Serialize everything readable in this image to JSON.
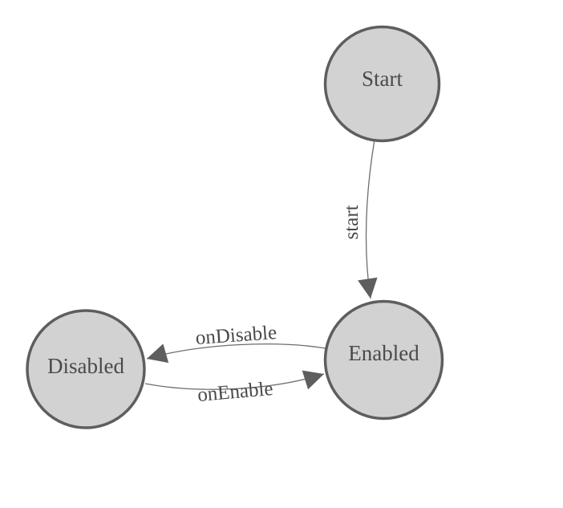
{
  "diagram": {
    "nodes": [
      {
        "id": "start",
        "label": "Start"
      },
      {
        "id": "enabled",
        "label": "Enabled"
      },
      {
        "id": "disabled",
        "label": "Disabled"
      }
    ],
    "edges": [
      {
        "from": "start",
        "to": "enabled",
        "label": "start"
      },
      {
        "from": "enabled",
        "to": "disabled",
        "label": "onDisable"
      },
      {
        "from": "disabled",
        "to": "enabled",
        "label": "onEnable"
      }
    ],
    "colors": {
      "background": "#ffffff",
      "node_fill": "#d2d2d2",
      "node_stroke": "#5e5e5e",
      "edge_stroke": "#6d6d6d",
      "arrow_fill": "#5e5e5e",
      "label_text": "#4a4a4a"
    }
  }
}
